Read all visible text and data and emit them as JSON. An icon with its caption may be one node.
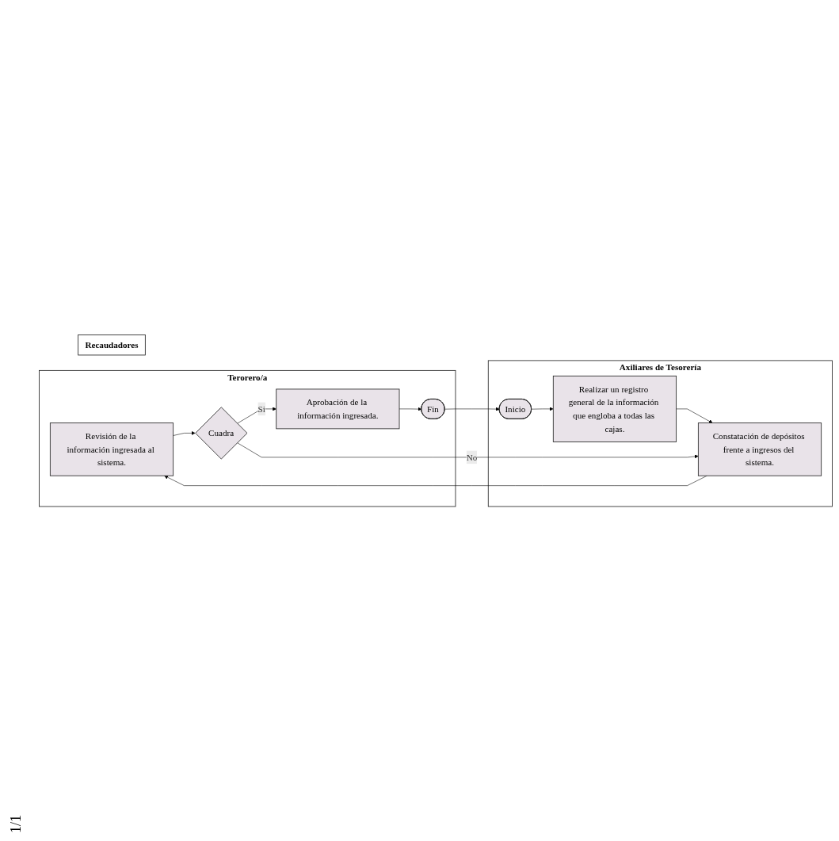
{
  "diagram": {
    "nodes": [
      {
        "text": [
          "Terorero/a"
        ]
      },
      {
        "text": [
          "Axiliares  de Tesorería"
        ]
      },
      {
        "text": [
          "Recaudadores"
        ]
      },
      {
        "text": [
          "Inicio"
        ],
        "in": 1
      },
      {
        "text": [
          "Realizar un registro general de la información que engloba a todas las cajas."
        ],
        "in": 1
      },
      {
        "text": [
          "Revisión de la información ingresada al sistema."
        ],
        "in": 0
      },
      {
        "text": [
          "Constatación de depósitos frente a ingresos del sistema."
        ],
        "in": 1
      },
      {
        "text": [
          "Cuadra"
        ],
        "in": 0
      },
      {
        "text": [
          "Aprobación de la información ingresada."
        ],
        "in": 0
      },
      {
        "text": [
          "Fin"
        ],
        "in": 0
      }
    ],
    "edges": [
      {
        "from": 3,
        "to": 4,
        "arrow": "to"
      },
      {
        "from": 4,
        "to": 6,
        "arrow": "to"
      },
      {
        "from": 6,
        "to": 5,
        "arrow": "to"
      },
      {
        "from": 5,
        "to": 7,
        "arrow": "to"
      },
      {
        "from": 7,
        "to": 6,
        "arrow": "to",
        "label": "No"
      },
      {
        "from": 7,
        "to": 8,
        "arrow": "to",
        "label": "Si"
      },
      {
        "from": 8,
        "to": 9,
        "arrow": "to"
      },
      {
        "from": 9,
        "to": 3,
        "arrow": "to"
      }
    ],
    "labels": [
      "1/1"
    ]
  }
}
